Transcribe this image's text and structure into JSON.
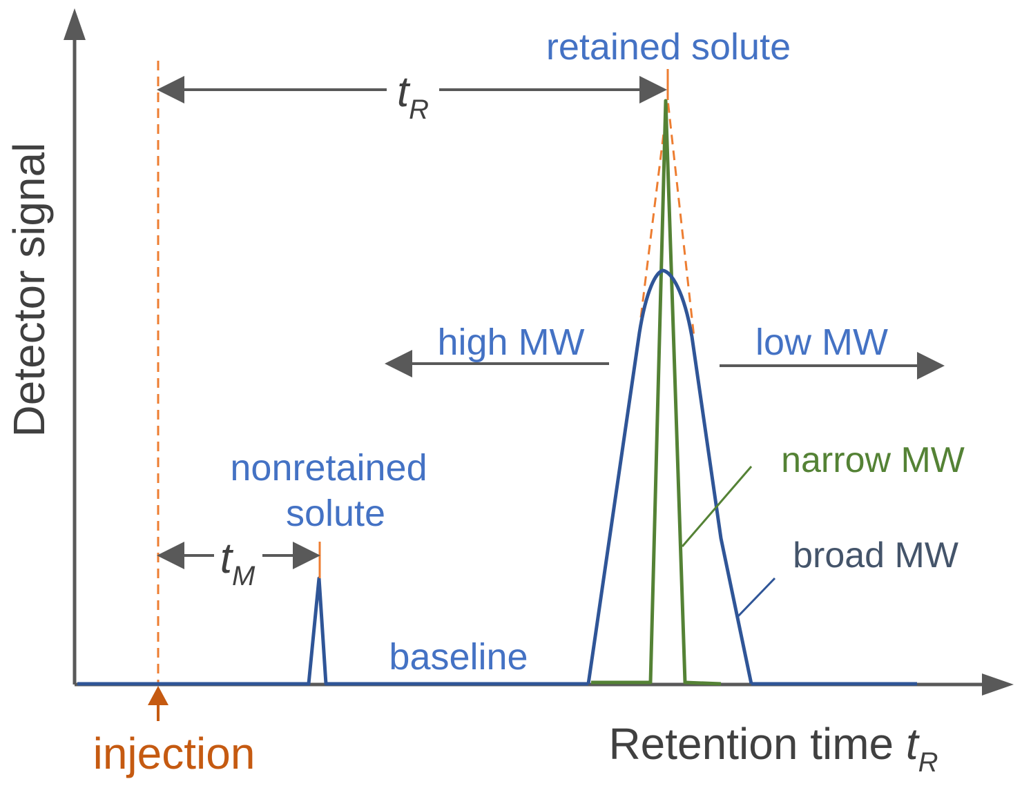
{
  "colors": {
    "axis": "#595959",
    "label_blue": "#4472C4",
    "peak_blue": "#2F5597",
    "narrow_green": "#548235",
    "marker_orange": "#ED7D31",
    "injection_orange": "#C55A11",
    "dark_label": "#44546A",
    "text_dark": "#404040"
  },
  "axes": {
    "y_label": "Detector signal",
    "x_label": "Retention time ",
    "x_label_symbol": "t",
    "x_label_sub": "R"
  },
  "labels": {
    "retained_solute": "retained solute",
    "tr_symbol": "t",
    "tr_sub": "R",
    "tm_symbol": "t",
    "tm_sub": "M",
    "nonretained_line1": "nonretained",
    "nonretained_line2": "solute",
    "baseline": "baseline",
    "high_mw": "high MW",
    "low_mw": "low MW",
    "narrow_mw": "narrow MW",
    "broad_mw": "broad MW",
    "injection": "injection"
  }
}
